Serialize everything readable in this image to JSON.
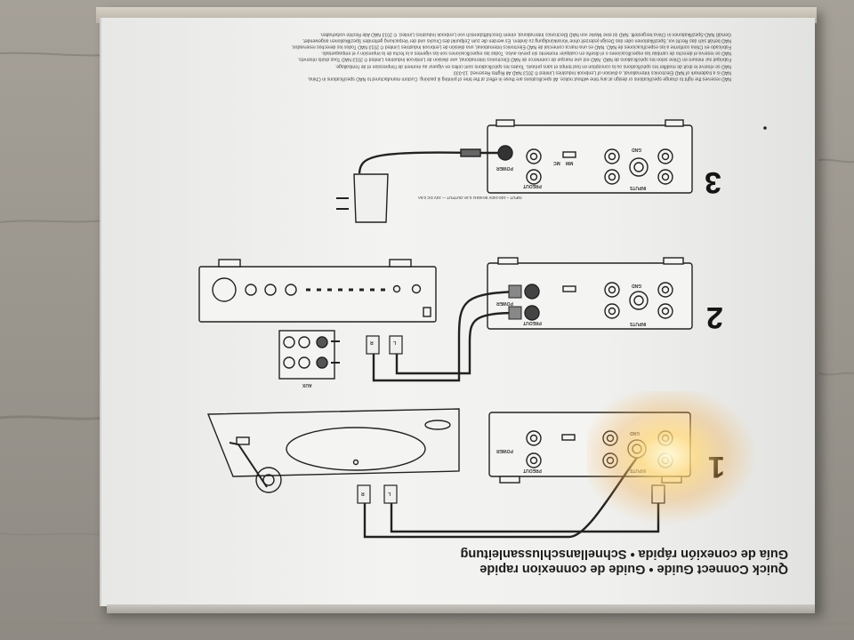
{
  "box": {
    "title_lines": [
      "Quick Connect Guide • Guide de connexion rapide",
      "Guía de conexión rápida • Schnellanschlussanleitung"
    ],
    "legal_lines": [
      "NAD reserves the right to change specifications or design at any time without notice. All specifications are those in effect at the time of printing & packing. Custom manufactured to NAD specifications in China.",
      "NAD is a trademark of NAD Electronics International, a division of Lenbrook Industries Limited © 2013 NAD All Rights Reserved.  13-033",
      "NAD se réserve le droit de modifier les spécifications ou la conception en tout temps et sans préavis. Toutes les spécifications sont celles en vigueur au moment de l'impression et de l'emballage.",
      "Fabriqué sur mesure en Chine selon les spécifications de NAD. NAD est une marque de commerce de NAD Electronics International, une division de Lenbrook Industries Limited © 2013 NAD Tous droits réservés.",
      "NAD se reserva el derecho de cambiar las especificaciones o el diseño en cualquier momento sin previo aviso. Todas las especificaciones son las vigentes a la fecha de la impresión y el empaquetado.",
      "Fabricado en China conforme a las especificaciones de NAD. NAD es una marca comercial de NAD Electronics International, una división de Lenbrook Industries Limited © 2013 NAD Todos los derechos reservados.",
      "NAD behält sich das Recht vor, Spezifikationen oder das Design jederzeit ohne Vorankündigung zu ändern. Es werden die zum Zeitpunkt des Drucks und der Verpackung geltenden Spezifikationen angewendet.",
      "Gemäß NAD-Spezifikationen in China hergestellt. NAD ist eine Marke von NAD Electronics International, einem Geschäftsbereich von Lenbrook Industries Limited. © 2013 NAD Alle Rechte vorbehalten."
    ],
    "steps": [
      "1",
      "2",
      "3"
    ],
    "labels": {
      "preout": "PREOUT",
      "inputs": "INPUTS",
      "gnd": "GND",
      "power": "POWER",
      "aux": "AUX",
      "mm": "MM",
      "mc": "MC",
      "left": "L",
      "right": "R",
      "adapter_text": "INPUT ~ 100-240V 50-60Hz 0.3A  OUTPUT — 24V DC 0.5A"
    }
  }
}
